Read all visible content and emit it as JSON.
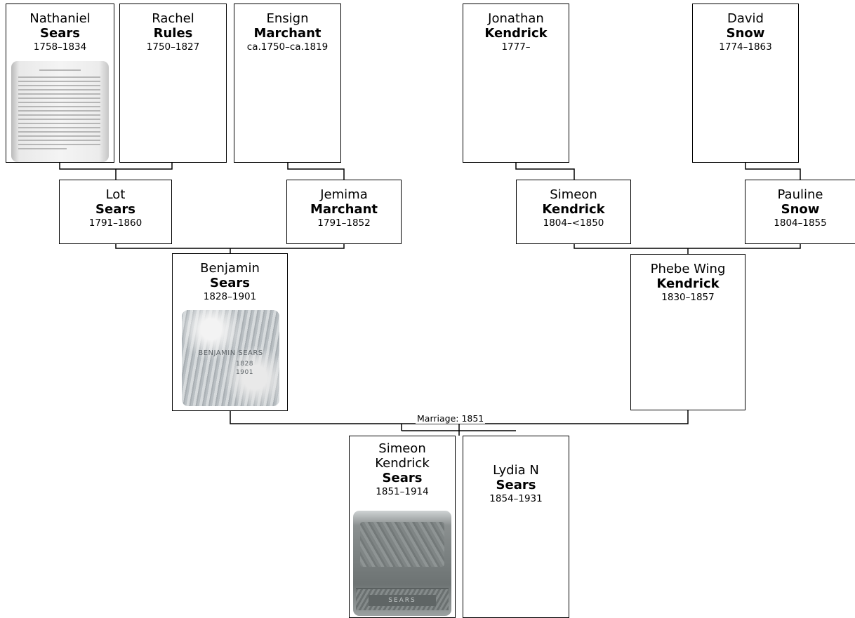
{
  "people": {
    "nathaniel": {
      "given": "Nathaniel",
      "surname": "Sears",
      "dates": "1758–1834"
    },
    "rachel": {
      "given": "Rachel",
      "surname": "Rules",
      "dates": "1750–1827"
    },
    "ensign": {
      "given": "Ensign",
      "surname": "Marchant",
      "dates": "ca.1750–ca.1819"
    },
    "jonathan": {
      "given": "Jonathan",
      "surname": "Kendrick",
      "dates": "1777–"
    },
    "david": {
      "given": "David",
      "surname": "Snow",
      "dates": "1774–1863"
    },
    "lot": {
      "given": "Lot",
      "surname": "Sears",
      "dates": "1791–1860"
    },
    "jemima": {
      "given": "Jemima",
      "surname": "Marchant",
      "dates": "1791–1852"
    },
    "simeon_k": {
      "given": "Simeon",
      "surname": "Kendrick",
      "dates": "1804–<1850"
    },
    "pauline": {
      "given": "Pauline",
      "surname": "Snow",
      "dates": "1804–1855"
    },
    "benjamin": {
      "given": "Benjamin",
      "surname": "Sears",
      "dates": "1828–1901"
    },
    "phebe": {
      "given": "Phebe Wing",
      "surname": "Kendrick",
      "dates": "1830–1857"
    },
    "simeon_ks": {
      "given": "Simeon",
      "given2": "Kendrick",
      "surname": "Sears",
      "dates": "1851–1914"
    },
    "lydia": {
      "given": "Lydia N",
      "surname": "Sears",
      "dates": "1854–1931"
    }
  },
  "marriage_label": "Marriage: 1851",
  "photos": {
    "benjamin_stone_text": [
      "BENJAMIN SEARS",
      "1828",
      "1901"
    ],
    "simeon_stone_text": "SEARS"
  }
}
